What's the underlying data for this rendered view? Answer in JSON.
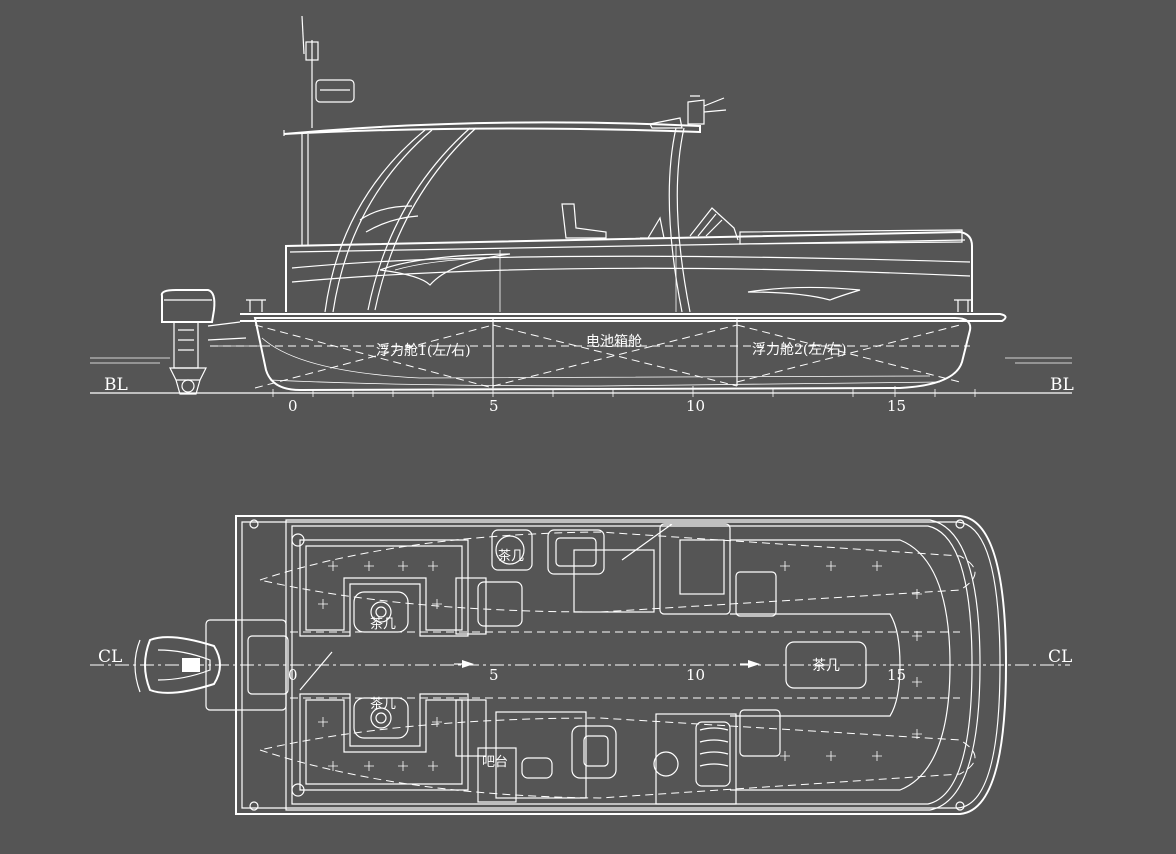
{
  "side_view": {
    "baseline_label_left": "BL",
    "baseline_label_right": "BL",
    "compartments": [
      {
        "label": "浮力舱1(左/右)"
      },
      {
        "label": "电池箱舱"
      },
      {
        "label": "浮力舱2(左/右)"
      }
    ],
    "stations": [
      "0",
      "5",
      "10",
      "15"
    ]
  },
  "plan_view": {
    "centerline_label_left": "CL",
    "centerline_label_right": "CL",
    "stations": [
      "0",
      "5",
      "10",
      "15"
    ],
    "labels": {
      "tea_table_top": "茶几",
      "tea_table_left_upper": "茶几",
      "tea_table_left_lower": "茶几",
      "tea_table_center": "茶几",
      "bar_counter": "吧台"
    }
  },
  "colors": {
    "background": "#555555",
    "line": "#ffffff"
  }
}
